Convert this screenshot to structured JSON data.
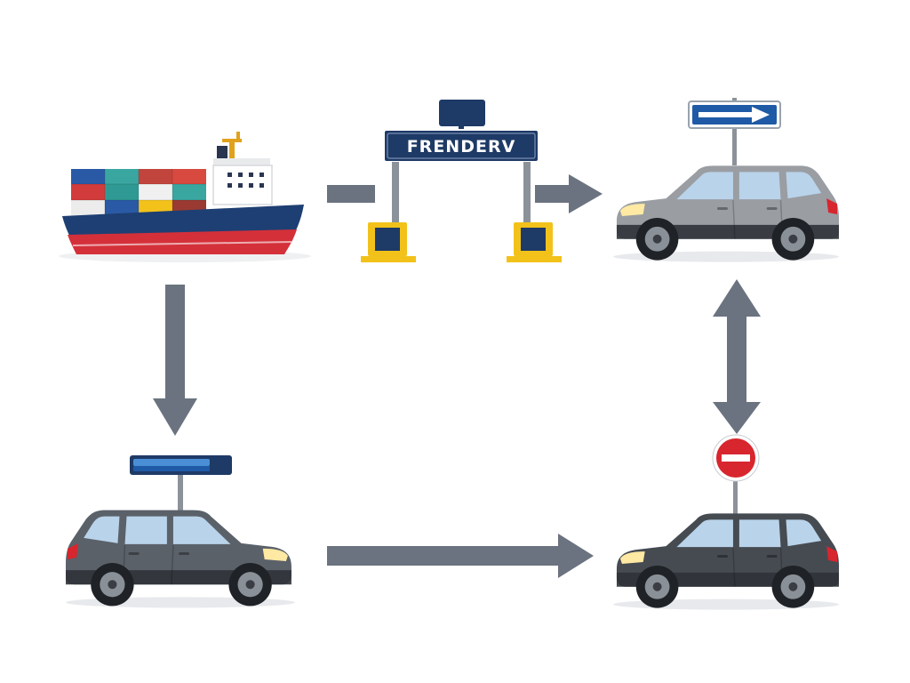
{
  "gate": {
    "sign_text": "FRENDERV"
  },
  "colors": {
    "background": "#ffffff",
    "arrow": "#6b7380",
    "ship_hull": "#1e3f73",
    "ship_bottom": "#d4303a",
    "gate_sign": "#1e3a66",
    "gate_post": "#8c9299",
    "gate_base": "#f2c21b",
    "car_light": "#9a9da2",
    "car_dark": "#5b6169",
    "car_darker": "#464b52",
    "blue_sign": "#1f5aa6",
    "stop_sign": "#d7262e"
  },
  "nodes": [
    {
      "id": "ship",
      "icon": "container-ship-icon"
    },
    {
      "id": "gate",
      "icon": "checkpoint-gate-icon"
    },
    {
      "id": "car-top-right",
      "icon": "suv-icon"
    },
    {
      "id": "car-bottom-left",
      "icon": "suv-icon"
    },
    {
      "id": "car-bottom-right",
      "icon": "suv-icon"
    }
  ],
  "signs": [
    {
      "id": "direction-sign",
      "icon": "right-arrow-sign-icon"
    },
    {
      "id": "info-bar-sign",
      "icon": "blue-bar-sign-icon"
    },
    {
      "id": "no-entry-sign",
      "icon": "no-entry-sign-icon"
    }
  ],
  "edges": [
    {
      "from": "ship",
      "to": "gate",
      "style": "dash"
    },
    {
      "from": "gate",
      "to": "car-top-right",
      "style": "arrow"
    },
    {
      "from": "ship",
      "to": "car-bottom-left",
      "style": "arrow"
    },
    {
      "from": "car-bottom-left",
      "to": "car-bottom-right",
      "style": "arrow"
    },
    {
      "from": "car-top-right",
      "to": "car-bottom-right",
      "style": "double-arrow"
    }
  ]
}
